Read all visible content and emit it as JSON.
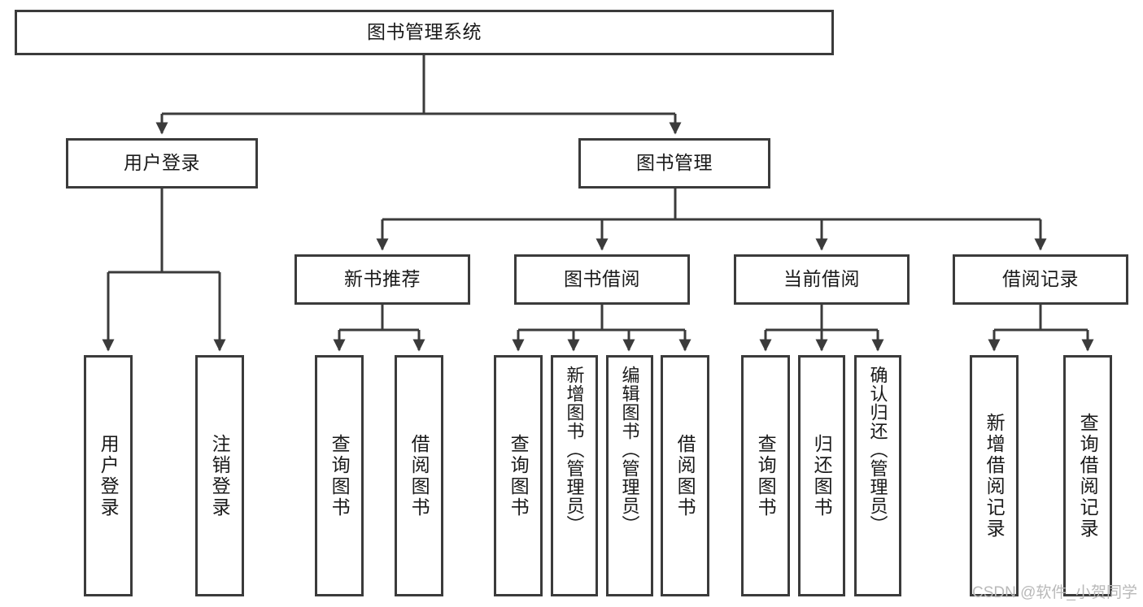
{
  "diagram": {
    "title": "图书管理系统",
    "type": "tree-hierarchy-diagram",
    "colors": {
      "border": "#3b3b3b",
      "background": "#ffffff",
      "text": "#1a1a1a",
      "watermark": "#b9b9b9"
    },
    "root": {
      "id": "root",
      "label": "图书管理系统"
    },
    "level1": [
      {
        "id": "user-login",
        "label": "用户登录"
      },
      {
        "id": "book-management",
        "label": "图书管理"
      }
    ],
    "level2": [
      {
        "id": "new-book-recommend",
        "label": "新书推荐"
      },
      {
        "id": "book-borrow",
        "label": "图书借阅"
      },
      {
        "id": "current-borrow",
        "label": "当前借阅"
      },
      {
        "id": "borrow-record",
        "label": "借阅记录"
      }
    ],
    "leaves": {
      "user_login": [
        {
          "id": "leaf-user-login",
          "label": "用户登录"
        },
        {
          "id": "leaf-logout-login",
          "label": "注销登录"
        }
      ],
      "new_book_recommend": [
        {
          "id": "leaf-query-book-1",
          "label": "查询图书"
        },
        {
          "id": "leaf-borrow-book-1",
          "label": "借阅图书"
        }
      ],
      "book_borrow": [
        {
          "id": "leaf-query-book-2",
          "label": "查询图书"
        },
        {
          "id": "leaf-add-book",
          "label": "新增图书（管理员）"
        },
        {
          "id": "leaf-edit-book",
          "label": "编辑图书（管理员）"
        },
        {
          "id": "leaf-borrow-book-2",
          "label": "借阅图书"
        }
      ],
      "current_borrow": [
        {
          "id": "leaf-query-book-3",
          "label": "查询图书"
        },
        {
          "id": "leaf-return-book",
          "label": "归还图书"
        },
        {
          "id": "leaf-confirm-return",
          "label": "确认归还（管理员）"
        }
      ],
      "borrow_record": [
        {
          "id": "leaf-add-borrow-record",
          "label": "新增借阅记录"
        },
        {
          "id": "leaf-query-borrow-record",
          "label": "查询借阅记录"
        }
      ]
    }
  },
  "watermark": {
    "text": "CSDN @软件_小贺同学"
  }
}
